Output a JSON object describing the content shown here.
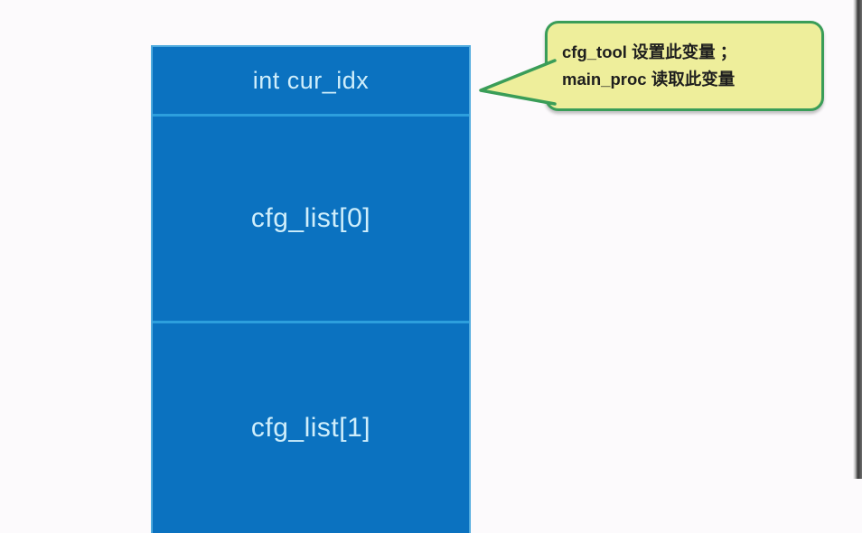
{
  "colors": {
    "page_bg": "#fcfafc",
    "edge_dark": "#383838",
    "stack_fill": "#0b72c0",
    "stack_edge": "#4faade",
    "stack_divider": "#2d9fdd",
    "stack_text": "#cfeefb",
    "callout_fill": "#eeee9b",
    "callout_border": "#3a9d58",
    "callout_text": "#1e1e1e"
  },
  "stack": {
    "cells": [
      {
        "label": "int cur_idx"
      },
      {
        "label": "cfg_list[0]"
      },
      {
        "label": "cfg_list[1]"
      }
    ]
  },
  "callout": {
    "lines": [
      "cfg_tool 设置此变量 ；",
      "main_proc 读取此变量"
    ]
  }
}
